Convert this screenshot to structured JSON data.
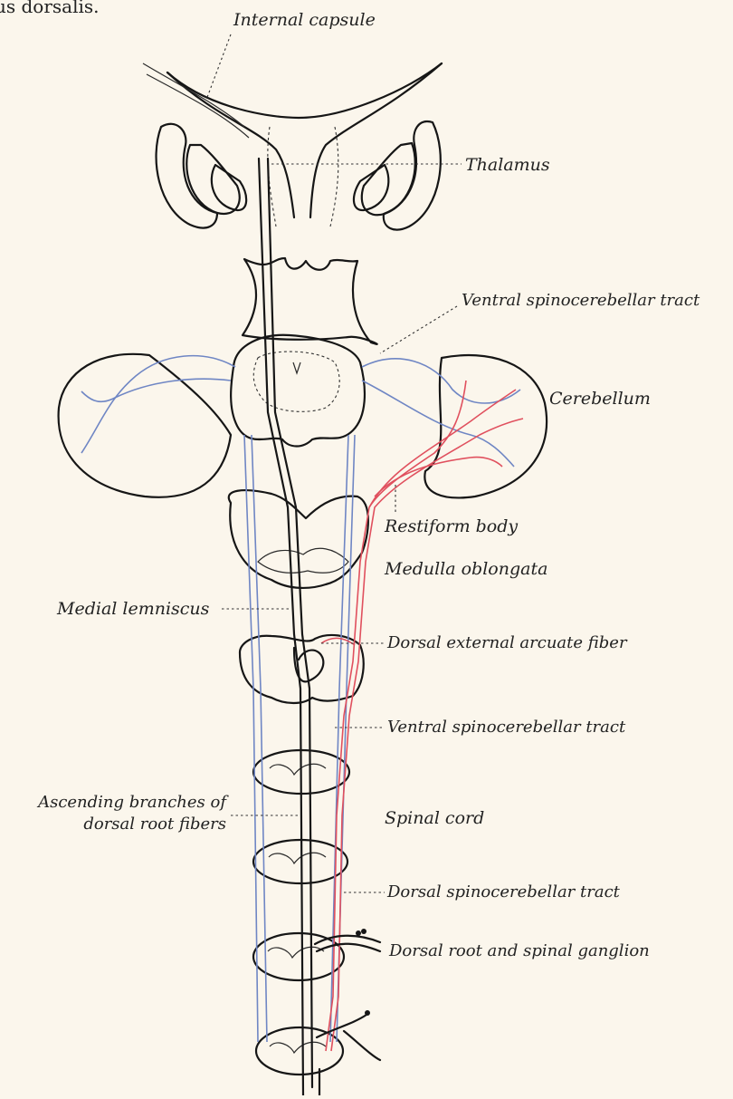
{
  "header_fragment": "us dorsalis.",
  "labels": {
    "internal_capsule": "Internal capsule",
    "thalamus": "Thalamus",
    "ventral_spinocerebellar_top": "Ventral spinocerebellar tract",
    "cerebellum": "Cerebellum",
    "restiform_body": "Restiform body",
    "medulla_oblongata": "Medulla oblongata",
    "medial_lemniscus": "Medial lemniscus",
    "dorsal_external_arcuate": "Dorsal external arcuate fiber",
    "ventral_spinocerebellar_bottom": "Ventral spinocerebellar tract",
    "ascending_branches_line1": "Ascending branches of",
    "ascending_branches_line2": "dorsal root fibers",
    "spinal_cord": "Spinal cord",
    "dorsal_spinocerebellar": "Dorsal spinocerebellar tract",
    "dorsal_root_ganglion": "Dorsal root and spinal ganglion"
  },
  "colors": {
    "background": "#fbf6ec",
    "ink": "#161616",
    "ventral_tract_blue": "#6f86c4",
    "dorsal_tract_red": "#e0505e"
  }
}
